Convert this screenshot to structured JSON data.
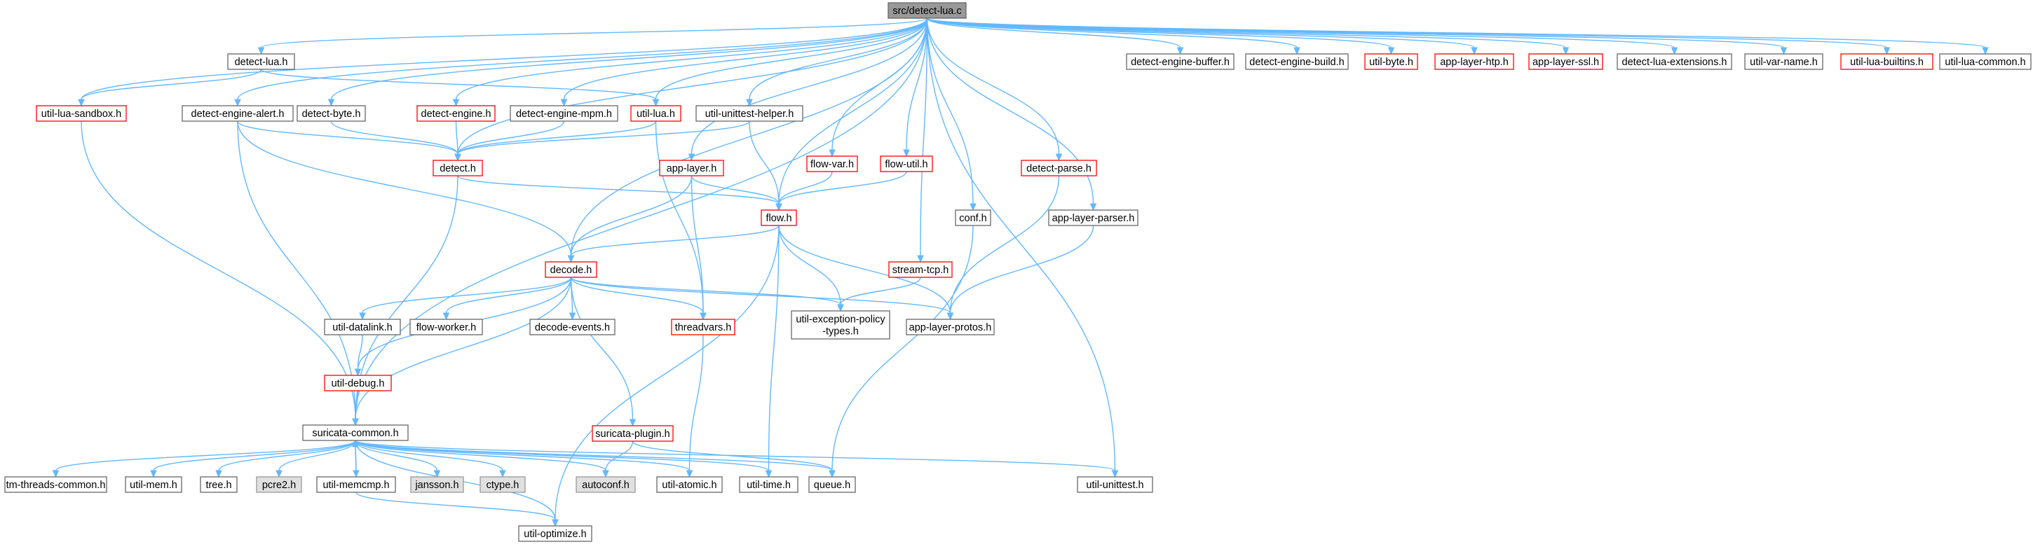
{
  "graph": {
    "colors": {
      "edge": "#63b8ff",
      "normal_border": "#666666",
      "normal_fill": "#ffffff",
      "incomplete_border": "#ff0000",
      "root_fill": "#999999",
      "root_border": "#666666",
      "system_fill": "#e0e0e0",
      "system_border": "#999999"
    },
    "nodes": [
      {
        "id": "root",
        "label": "src/detect-lua.c",
        "kind": "root"
      },
      {
        "id": "detect-lua",
        "label": "detect-lua.h",
        "kind": "normal"
      },
      {
        "id": "detect-engine-buffer",
        "label": "detect-engine-buffer.h",
        "kind": "normal"
      },
      {
        "id": "detect-engine-build",
        "label": "detect-engine-build.h",
        "kind": "normal"
      },
      {
        "id": "util-byte",
        "label": "util-byte.h",
        "kind": "incomplete"
      },
      {
        "id": "app-layer-htp",
        "label": "app-layer-htp.h",
        "kind": "incomplete"
      },
      {
        "id": "app-layer-ssl",
        "label": "app-layer-ssl.h",
        "kind": "incomplete"
      },
      {
        "id": "detect-lua-extensions",
        "label": "detect-lua-extensions.h",
        "kind": "normal"
      },
      {
        "id": "util-var-name",
        "label": "util-var-name.h",
        "kind": "normal"
      },
      {
        "id": "util-lua-builtins",
        "label": "util-lua-builtins.h",
        "kind": "incomplete"
      },
      {
        "id": "util-lua-common",
        "label": "util-lua-common.h",
        "kind": "normal"
      },
      {
        "id": "util-lua-sandbox",
        "label": "util-lua-sandbox.h",
        "kind": "incomplete"
      },
      {
        "id": "detect-engine-alert",
        "label": "detect-engine-alert.h",
        "kind": "normal"
      },
      {
        "id": "detect-byte",
        "label": "detect-byte.h",
        "kind": "normal"
      },
      {
        "id": "detect-engine",
        "label": "detect-engine.h",
        "kind": "incomplete"
      },
      {
        "id": "detect-engine-mpm",
        "label": "detect-engine-mpm.h",
        "kind": "normal"
      },
      {
        "id": "util-lua",
        "label": "util-lua.h",
        "kind": "incomplete"
      },
      {
        "id": "util-unittest-helper",
        "label": "util-unittest-helper.h",
        "kind": "normal"
      },
      {
        "id": "detect",
        "label": "detect.h",
        "kind": "incomplete"
      },
      {
        "id": "app-layer",
        "label": "app-layer.h",
        "kind": "incomplete"
      },
      {
        "id": "flow-var",
        "label": "flow-var.h",
        "kind": "incomplete"
      },
      {
        "id": "flow-util",
        "label": "flow-util.h",
        "kind": "incomplete"
      },
      {
        "id": "detect-parse",
        "label": "detect-parse.h",
        "kind": "incomplete"
      },
      {
        "id": "flow",
        "label": "flow.h",
        "kind": "incomplete"
      },
      {
        "id": "conf",
        "label": "conf.h",
        "kind": "normal"
      },
      {
        "id": "app-layer-parser",
        "label": "app-layer-parser.h",
        "kind": "normal"
      },
      {
        "id": "decode",
        "label": "decode.h",
        "kind": "incomplete"
      },
      {
        "id": "stream-tcp",
        "label": "stream-tcp.h",
        "kind": "incomplete"
      },
      {
        "id": "util-datalink",
        "label": "util-datalink.h",
        "kind": "normal"
      },
      {
        "id": "flow-worker",
        "label": "flow-worker.h",
        "kind": "normal"
      },
      {
        "id": "decode-events",
        "label": "decode-events.h",
        "kind": "normal"
      },
      {
        "id": "threadvars",
        "label": "threadvars.h",
        "kind": "incomplete"
      },
      {
        "id": "util-exception-policy-types",
        "label": "util-exception-policy\n-types.h",
        "kind": "normal"
      },
      {
        "id": "app-layer-protos",
        "label": "app-layer-protos.h",
        "kind": "normal"
      },
      {
        "id": "util-debug",
        "label": "util-debug.h",
        "kind": "incomplete"
      },
      {
        "id": "suricata-plugin",
        "label": "suricata-plugin.h",
        "kind": "incomplete"
      },
      {
        "id": "suricata-common",
        "label": "suricata-common.h",
        "kind": "normal"
      },
      {
        "id": "tm-threads-common",
        "label": "tm-threads-common.h",
        "kind": "normal"
      },
      {
        "id": "util-mem",
        "label": "util-mem.h",
        "kind": "normal"
      },
      {
        "id": "tree",
        "label": "tree.h",
        "kind": "normal"
      },
      {
        "id": "pcre2",
        "label": "pcre2.h",
        "kind": "system"
      },
      {
        "id": "util-memcmp",
        "label": "util-memcmp.h",
        "kind": "normal"
      },
      {
        "id": "jansson",
        "label": "jansson.h",
        "kind": "system"
      },
      {
        "id": "ctype",
        "label": "ctype.h",
        "kind": "system"
      },
      {
        "id": "autoconf",
        "label": "autoconf.h",
        "kind": "system"
      },
      {
        "id": "util-atomic",
        "label": "util-atomic.h",
        "kind": "normal"
      },
      {
        "id": "util-time",
        "label": "util-time.h",
        "kind": "normal"
      },
      {
        "id": "queue",
        "label": "queue.h",
        "kind": "normal"
      },
      {
        "id": "util-unittest",
        "label": "util-unittest.h",
        "kind": "normal"
      },
      {
        "id": "util-optimize",
        "label": "util-optimize.h",
        "kind": "normal"
      }
    ],
    "edges": [
      [
        "root",
        "detect-lua"
      ],
      [
        "root",
        "detect-engine-buffer"
      ],
      [
        "root",
        "detect-engine-build"
      ],
      [
        "root",
        "util-byte"
      ],
      [
        "root",
        "app-layer-htp"
      ],
      [
        "root",
        "app-layer-ssl"
      ],
      [
        "root",
        "detect-lua-extensions"
      ],
      [
        "root",
        "util-var-name"
      ],
      [
        "root",
        "util-lua-builtins"
      ],
      [
        "root",
        "util-lua-common"
      ],
      [
        "root",
        "util-lua-sandbox"
      ],
      [
        "root",
        "detect-engine-alert"
      ],
      [
        "root",
        "detect-byte"
      ],
      [
        "root",
        "detect-engine"
      ],
      [
        "root",
        "detect-engine-mpm"
      ],
      [
        "root",
        "util-lua"
      ],
      [
        "root",
        "util-unittest-helper"
      ],
      [
        "root",
        "detect"
      ],
      [
        "root",
        "app-layer"
      ],
      [
        "root",
        "flow-var"
      ],
      [
        "root",
        "flow-util"
      ],
      [
        "root",
        "detect-parse"
      ],
      [
        "root",
        "flow"
      ],
      [
        "root",
        "conf"
      ],
      [
        "root",
        "app-layer-parser"
      ],
      [
        "root",
        "decode"
      ],
      [
        "root",
        "stream-tcp"
      ],
      [
        "root",
        "suricata-common"
      ],
      [
        "root",
        "util-unittest"
      ],
      [
        "detect-lua",
        "util-lua-sandbox"
      ],
      [
        "detect-lua",
        "util-lua"
      ],
      [
        "util-lua-sandbox",
        "suricata-common"
      ],
      [
        "detect-engine-alert",
        "detect"
      ],
      [
        "detect-engine-alert",
        "decode"
      ],
      [
        "detect-engine-alert",
        "suricata-common"
      ],
      [
        "detect-byte",
        "detect"
      ],
      [
        "detect-engine",
        "detect"
      ],
      [
        "detect-engine-mpm",
        "detect"
      ],
      [
        "util-lua",
        "detect"
      ],
      [
        "util-lua",
        "threadvars"
      ],
      [
        "util-unittest-helper",
        "detect"
      ],
      [
        "util-unittest-helper",
        "flow"
      ],
      [
        "detect",
        "flow"
      ],
      [
        "detect",
        "suricata-common"
      ],
      [
        "app-layer",
        "flow"
      ],
      [
        "app-layer",
        "decode"
      ],
      [
        "app-layer",
        "threadvars"
      ],
      [
        "flow-var",
        "flow"
      ],
      [
        "flow-util",
        "flow"
      ],
      [
        "detect-parse",
        "app-layer-protos"
      ],
      [
        "flow",
        "decode"
      ],
      [
        "flow",
        "util-exception-policy-types"
      ],
      [
        "flow",
        "app-layer-protos"
      ],
      [
        "flow",
        "util-time"
      ],
      [
        "flow",
        "util-optimize"
      ],
      [
        "conf",
        "queue"
      ],
      [
        "app-layer-parser",
        "app-layer-protos"
      ],
      [
        "decode",
        "util-datalink"
      ],
      [
        "decode",
        "flow-worker"
      ],
      [
        "decode",
        "decode-events"
      ],
      [
        "decode",
        "threadvars"
      ],
      [
        "decode",
        "util-exception-policy-types"
      ],
      [
        "decode",
        "app-layer-protos"
      ],
      [
        "decode",
        "util-debug"
      ],
      [
        "decode",
        "suricata-plugin"
      ],
      [
        "decode",
        "suricata-common"
      ],
      [
        "stream-tcp",
        "util-exception-policy-types"
      ],
      [
        "util-datalink",
        "util-debug"
      ],
      [
        "util-debug",
        "suricata-common"
      ],
      [
        "threadvars",
        "util-atomic"
      ],
      [
        "suricata-plugin",
        "autoconf"
      ],
      [
        "suricata-plugin",
        "queue"
      ],
      [
        "suricata-common",
        "tm-threads-common"
      ],
      [
        "suricata-common",
        "util-mem"
      ],
      [
        "suricata-common",
        "tree"
      ],
      [
        "suricata-common",
        "pcre2"
      ],
      [
        "suricata-common",
        "util-memcmp"
      ],
      [
        "suricata-common",
        "jansson"
      ],
      [
        "suricata-common",
        "ctype"
      ],
      [
        "suricata-common",
        "autoconf"
      ],
      [
        "suricata-common",
        "util-atomic"
      ],
      [
        "suricata-common",
        "util-time"
      ],
      [
        "suricata-common",
        "queue"
      ],
      [
        "suricata-common",
        "util-unittest"
      ],
      [
        "suricata-common",
        "util-optimize"
      ],
      [
        "util-memcmp",
        "suricata-common"
      ],
      [
        "util-memcmp",
        "util-optimize"
      ]
    ]
  }
}
